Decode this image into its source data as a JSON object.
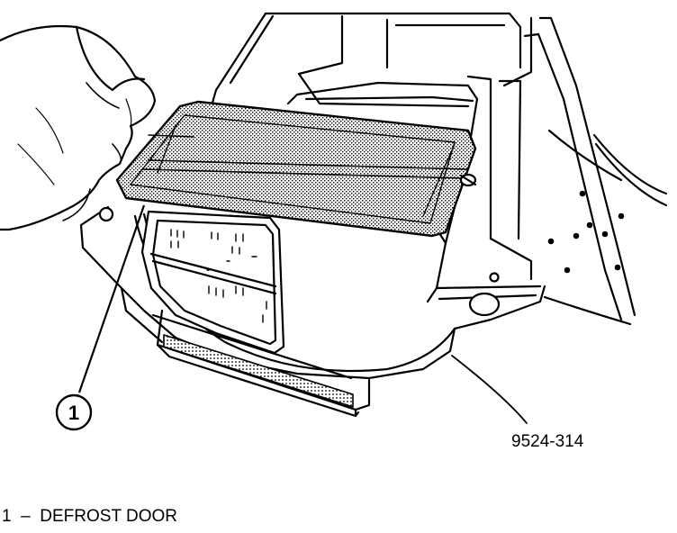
{
  "diagram": {
    "callout": {
      "number": "1"
    },
    "reference_code": "9524-314",
    "legend": [
      {
        "number": "1",
        "separator": "–",
        "label": "DEFROST DOOR"
      }
    ]
  }
}
